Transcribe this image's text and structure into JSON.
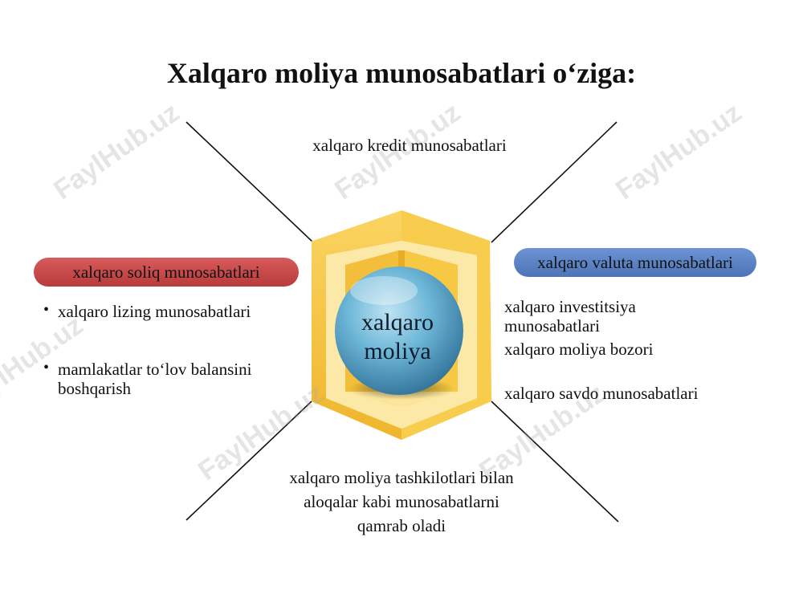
{
  "title": "Xalqaro moliya munosabatlari o‘ziga:",
  "center_label": [
    "xalqaro",
    "moliya"
  ],
  "top_text": "xalqaro kredit munosabatlari",
  "left_pill": "xalqaro soliq munosabatlari",
  "right_pill": "xalqaro valuta munosabatlari",
  "left_bullets": [
    "xalqaro lizing munosabatlari",
    "mamlakatlar to‘lov balansini boshqarish"
  ],
  "right_items": [
    "xalqaro investitsiya munosabatlari",
    "xalqaro moliya bozori",
    "xalqaro savdo munosabatlari"
  ],
  "bottom_text": [
    "xalqaro moliya tashkilotlari bilan",
    "aloqalar kabi munosabatlarni",
    "qamrab oladi"
  ],
  "watermark": "FaylHub.uz",
  "colors": {
    "left_pill": "#c94a4a",
    "right_pill": "#5b83c6",
    "hexagon_gold": "#f5c24a",
    "sphere": "#4f9fc4"
  }
}
